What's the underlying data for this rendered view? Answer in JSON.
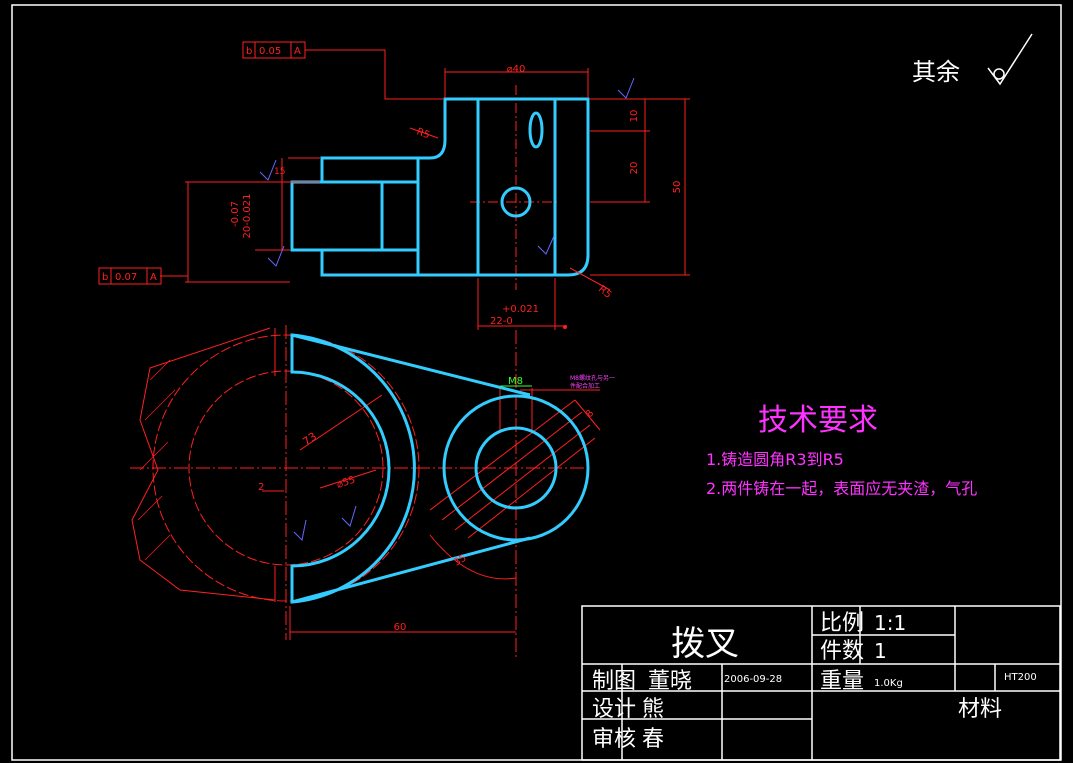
{
  "drawing": {
    "roughness_note": "其余",
    "tolerance_frame_top": {
      "symbol": "b",
      "value": "0.05",
      "datum": "A"
    },
    "tolerance_frame_left": {
      "symbol": "b",
      "value": "0.07",
      "datum": "A"
    },
    "dimensions": {
      "dia_40": "⌀40",
      "dim_10": "10",
      "dim_20": "20",
      "dim_50": "50",
      "r5_top": "R5",
      "r5_bottom": "R5",
      "dim_15": "15",
      "tol_left_upper": "-0.07",
      "tol_left_lower": "20-0.021",
      "tol_bottom_upper": "+0.021",
      "tol_bottom_lower": "22-0",
      "m8": "M8",
      "dim_8": "8",
      "r73": "73",
      "dia_55": "⌀55",
      "dim_2": "2",
      "r35": "35",
      "dim_60": "60",
      "hole_note_1": "M8螺纹孔与另一",
      "hole_note_2": "件配合加工"
    },
    "tech_requirements": {
      "title": "技术要求",
      "items": [
        "1.铸造圆角R3到R5",
        "2.两件铸在一起，表面应无夹渣，气孔"
      ]
    }
  },
  "title_block": {
    "part_name": "拨叉",
    "scale_label": "比例",
    "scale_value": "1:1",
    "quantity_label": "件数",
    "quantity_value": "1",
    "weight_label": "重量",
    "weight_value": "1.0Kg",
    "material_label": "材料",
    "material_value": "HT200",
    "drawn_label": "制图",
    "drawn_by": "董晓",
    "drawn_date": "2006-09-28",
    "design_label": "设计",
    "design_by": "熊",
    "review_label": "审核",
    "review_by": "春"
  }
}
